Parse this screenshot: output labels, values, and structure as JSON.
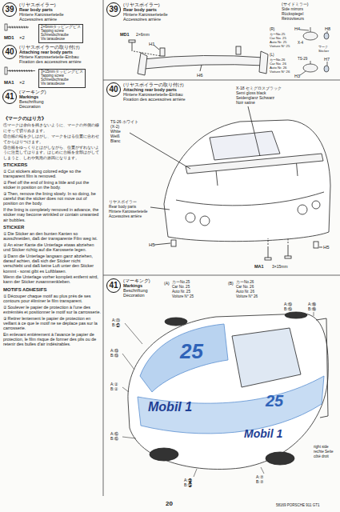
{
  "diagram": {
    "nodes": [
      {
        "text": [
          "39",
          "(リヤスポイラー)",
          "Rear body parts",
          "Hintere Karosserieteile",
          "Accessoires arrière"
        ]
      },
      {
        "text": [
          "2×6mmタッピングビス",
          "Tapping screw",
          "Schneidschraube",
          "Vis taraudeuse"
        ]
      },
      {
        "text": [
          "40",
          "(リヤスポイラーの取り付け)",
          "Attaching rear body parts",
          "Hintere Karosserieteile-Einbau",
          "Fixation des accessoires arrière"
        ]
      },
      {
        "text": [
          "3×15mmタッピングビス",
          "Tapping screw",
          "Schneidschraube",
          "Vis taraudeuse"
        ]
      },
      {
        "text": [
          "41",
          "(マーキング)",
          "Markings",
          "Beschriftung",
          "Décoration"
        ]
      },
      {
        "text": [
          "39",
          "(リヤスポイラー)",
          "Rear body parts",
          "Hintere Karosserieteile",
          "Accessoires arrière"
        ]
      },
      {
        "text": [
          "40",
          "(リヤスポイラーの取り付け)",
          "Attaching rear body parts",
          "Hintere Karosserieteile-Einbau",
          "Fixation des accessoires arrière"
        ]
      },
      {
        "text": [
          "41",
          "(マーキング)",
          "Markings",
          "Beschriftung",
          "Décoration"
        ]
      }
    ],
    "labels": [
      "MD1",
      "×2",
      "MA1",
      "×2",
      "《マークのはり方》",
      "①マークは余白を残さないように、マークの外側の線にそって切りぬきます。",
      "②台紙の端を少しはがし、マークをはる位置に合わせてからはりつけます。",
      "③台紙をゆっくりとはがしながら、位置がずれないように注意してはります。はじめに台紙を全部はがしてしまうと、しわや気泡の原因になります。",
      "STICKERS",
      "① Cut stickers along colored edge so the transparent film is removed.",
      "② Peel off the end of lining a little and put the sticker in position on the body.",
      "③ Then, remove the lining slowly. In so doing, be careful that the sticker does not move out of position on the body.",
      "If the lining is completely removed in advance, the sticker may become wrinkled or contain unwanted air bubbles.",
      "STICKER",
      "① Die Sticker an den bunten Kanten so ausschneiden, daß der transparente Film weg ist.",
      "② An einer Kante die Unterlage etwas abziehen und Sticker richtig auf die Karosserie legen.",
      "③ Dann die Unterlage langsam ganz abziehen, darauf achten, daß sich der Sticker nicht verschiebt und daß keine Luft unter den Sticker kommt - sonst gibt es Luftblasen.",
      "Wenn die Unterlage vorher komplett entfernt wird, kann der Sticker zusammenkleben.",
      "MOTIFS ADHESIFS",
      "① Découper chaque motif au plus près de ses contours pour éliminer le film transparent.",
      "② Soulever le papier de protection à l'une des extrémités et positionner le motif sur la carrosserie.",
      "③ Retirer lentement le papier de protection en veillant à ce que le motif ne se déplace pas sur la carrosserie.",
      "En enlevant entièrement à l'avance le papier de protection, le film risque de former des plis ou de retenir des bulles d'air indésirables.",
      "MD1",
      "2×6mm",
      "H1",
      "H6",
      "(R)",
      "カーNo.25",
      "Car No. 25",
      "Auto Nr. 25",
      "Voiture N° 25",
      "H4",
      "H8",
      "X-4",
      "マーク",
      "Sticker",
      "(L)",
      "カーNo.26",
      "Car No. 26",
      "Auto Nr. 26",
      "Voiture N° 26",
      "H3",
      "H7",
      "TS-29",
      "X-18 セミグロスブラック",
      "Semi gloss black",
      "Seidenglanz Schwarz",
      "Noir satiné",
      "TS-26 ホワイト",
      "(X-2)",
      "White",
      "Weiß",
      "Blanc",
      "リヤスポイラー",
      "Rear body parts",
      "Hintere Karosserieteile",
      "Accessoires arrière",
      "H5",
      "H5",
      "MA1",
      "3×15mm",
      "(A)",
      "カーNo.25",
      "Car No. 25",
      "Auto Nr. 25",
      "Voiture N° 25",
      "(B)",
      "カーNo.26",
      "Car No. 26",
      "Auto Nr. 26",
      "Voiture N° 26",
      "A:⑲",
      "B:⑲",
      "A:⑱",
      "B:⑱",
      "A:⑳",
      "B:㉑",
      "A:⑬",
      "B:⑬",
      "A:②",
      "B:②",
      "A:⑮",
      "B:⑮",
      "A:㉕",
      "B:㉖",
      "A:⑦",
      "B:⑦",
      "right side",
      "rechte Seite",
      "côté droit",
      "25",
      "25",
      "Mobil 1",
      "Mobil 1",
      "20",
      "58169 PORSCHE 911 GT1",
      "(サイドミラー)",
      "Side mirrors",
      "Rückspiegel",
      "Rétroviseurs"
    ]
  }
}
